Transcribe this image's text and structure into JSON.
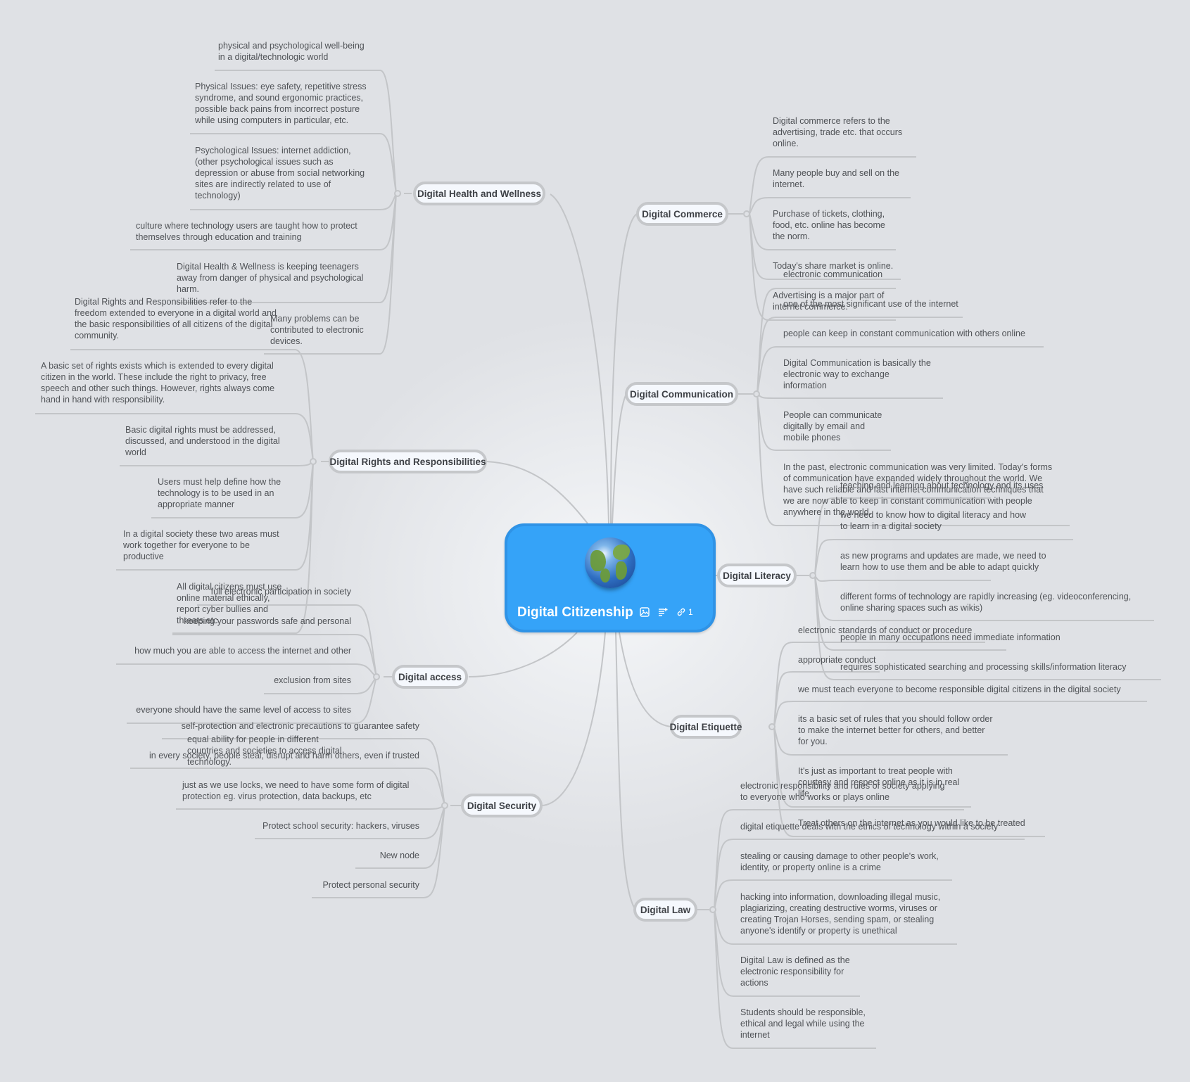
{
  "central": {
    "title": "Digital Citizenship",
    "icons": [
      "image-icon",
      "notes-icon",
      "link-icon"
    ],
    "link_count": "1",
    "colors": {
      "fill": "#35a3f8",
      "border": "#2f93e6"
    }
  },
  "branches": [
    {
      "label": "Digital Health and Wellness",
      "children": [
        "physical and psychological well-being\nin a digital/technologic world",
        "Physical Issues: eye safety, repetitive stress\nsyndrome, and sound ergonomic practices,\npossible back pains from incorrect posture\nwhile using computers in particular, etc.",
        "Psychological Issues: internet addiction,\n(other psychological issues such as\ndepression or abuse from social networking\nsites are indirectly related to use of\ntechnology)",
        "culture where technology users are taught how to protect\nthemselves through education and training",
        "Digital Health & Wellness is keeping teenagers\naway from danger of physical and psychological\nharm.",
        "Many problems can be\ncontributed to electronic\ndevices."
      ]
    },
    {
      "label": "Digital Rights and Responsibilities",
      "children": [
        "Digital Rights and Responsibilities refer to the\nfreedom extended to everyone in a digital world and\nthe basic responsibilities of all citizens of the digital\ncommunity.",
        "A basic set of rights exists which is extended to every digital\ncitizen in the world. These include the right to privacy, free\nspeech and other such things. However, rights always come\nhand in hand with responsibility.",
        "Basic digital rights must be addressed,\ndiscussed, and understood in the digital\nworld",
        "Users must help define how the\ntechnology is to be used in an\nappropriate manner",
        "In a digital society these two areas must\nwork together for everyone to be\nproductive",
        "All digital citizens must use\nonline material ethically,\nreport cyber bullies and\nthreats etc."
      ]
    },
    {
      "label": "Digital access",
      "children": [
        "full electronic participation in society",
        "keeping your passwords safe and personal",
        "how much you are able to access the internet and other",
        "exclusion from sites",
        "everyone should have the same level of access to sites",
        "equal ability for people in different\ncountries and societies to access digital\ntechnology."
      ]
    },
    {
      "label": "Digital Security",
      "children": [
        "self-protection and electronic precautions to guarantee safety",
        "in every society, people steal, disrupt and harm others, even if trusted",
        "just as we use locks, we need to have some form of digital\nprotection eg. virus protection, data backups, etc",
        "Protect school security: hackers, viruses",
        "New node",
        "Protect personal security"
      ]
    },
    {
      "label": "Digital Commerce",
      "children": [
        "Digital commerce refers to the\nadvertising, trade etc. that occurs\nonline.",
        "Many people buy and sell on the\ninternet.",
        "Purchase of tickets, clothing,\nfood, etc. online has become\nthe norm.",
        "Today's share market is online.",
        "Advertising is a major part of\ninternet commerce."
      ]
    },
    {
      "label": "Digital Communication",
      "children": [
        "electronic communication",
        "one of the most significant use of the internet",
        "people can keep in constant communication with others online",
        "Digital Communication is basically the\nelectronic way to exchange\ninformation",
        "People can communicate\ndigitally by email and\nmobile phones",
        "In the past, electronic communication was very limited. Today's forms\nof communication have expanded widely throughout the world. We\nhave such reliable and fast internet communication techniques that\nwe are now able to keep in constant communication with people\nanywhere in the world."
      ]
    },
    {
      "label": "Digital Literacy",
      "children": [
        "teaching and learning about technology and its uses",
        "we need to know how to digital literacy and how\nto learn in a digital society",
        "as new programs and updates are made, we need to\nlearn how to use them and be able to adapt quickly",
        "different forms of technology are rapidly increasing (eg. videoconferencing,\nonline sharing spaces such as wikis)",
        "people in many occupations need immediate information",
        "requires sophisticated searching and processing skills/information literacy"
      ]
    },
    {
      "label": "Digital Etiquette",
      "children": [
        "electronic standards of conduct or procedure",
        "appropriate conduct",
        "we must teach everyone to become responsible digital citizens in the digital society",
        "its a basic set of rules that you should follow order\nto make the internet better for others, and better\nfor you.",
        "It's just as important to treat people with\ncourtesy and respect online as it is in real\nlife.",
        "Treat others on the internet as you would like to be treated"
      ]
    },
    {
      "label": "Digital Law",
      "children": [
        "electronic responsibility and rules of society applying\nto everyone who works or plays online",
        "digital etiquette deals with the ethics of technology within a society",
        "stealing or causing damage to other people's work,\nidentity, or property online is a crime",
        "hacking into information, downloading illegal music,\nplagiarizing, creating destructive worms, viruses or\ncreating Trojan Horses, sending spam, or stealing\nanyone's identify or property is unethical",
        "Digital Law is defined as the\nelectronic responsibility for\nactions",
        "Students should be responsible,\nethical and legal while using the\ninternet"
      ]
    }
  ]
}
